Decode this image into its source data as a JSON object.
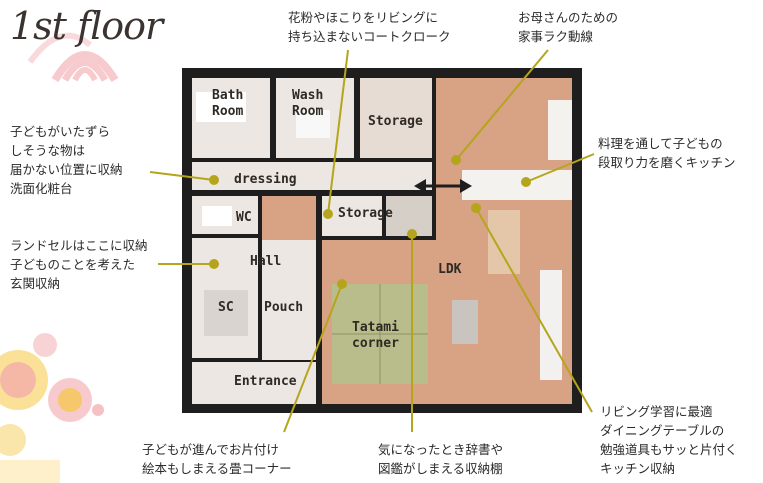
{
  "title": "1st floor",
  "rooms": {
    "bath": "Bath\nRoom",
    "wash": "Wash\nRoom",
    "storage_top": "Storage",
    "dressing": "dressing",
    "wc": "WC",
    "storage_mid": "Storage",
    "hall": "Hall",
    "ldk": "LDK",
    "sc": "SC",
    "pouch": "Pouch",
    "tatami": "Tatami\ncorner",
    "entrance": "Entrance"
  },
  "notes": {
    "coat_closet": "花粉やほこりをリビングに\n持ち込まないコートクローク",
    "housework": "お母さんのための\n家事ラク動線",
    "vanity": "子どもがいたずら\nしそうな物は\n届かない位置に収納\n洗面化粧台",
    "kitchen_skill": "料理を通して子どもの\n段取り力を磨くキッチン",
    "entry_storage": "ランドセルはここに収納\n子どものことを考えた\n玄関収納",
    "dining_study": "リビング学習に最適\nダイニングテーブルの\n勉強道具もサッと片付く\nキッチン収納",
    "tatami_note": "子どもが進んでお片付け\n絵本もしまえる畳コーナー",
    "shelf_note": "気になったとき辞書や\n図鑑がしまえる収納棚"
  },
  "colors": {
    "leader": "#b5a51c",
    "wall": "#1e1e1e",
    "floor_wood": "#d8a284",
    "floor_light": "#ece7e2",
    "tatami": "#b9bd8b",
    "arrow": "#1e1e1e",
    "decor_red": "#f2a7ad",
    "decor_yellow": "#f5c842"
  }
}
